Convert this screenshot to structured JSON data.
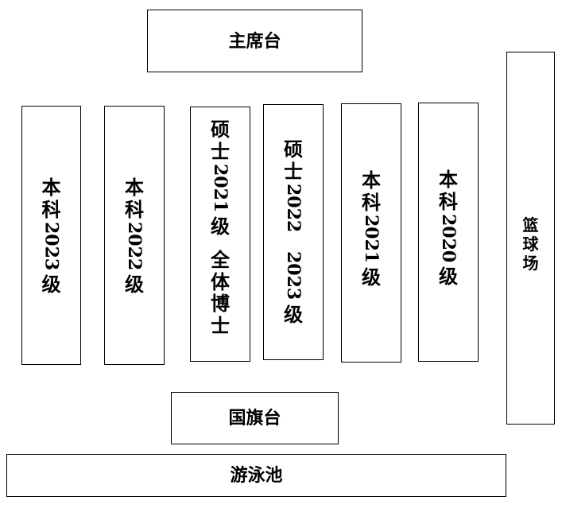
{
  "stage": {
    "label": "主席台"
  },
  "flag_platform": {
    "label": "国旗台"
  },
  "pool": {
    "label": "游泳池"
  },
  "court": {
    "chars": [
      "篮",
      "球",
      "场"
    ]
  },
  "blocks": {
    "ug2023": {
      "c1": "本",
      "c2": "科",
      "num": "2023",
      "c3": "级"
    },
    "ug2022": {
      "c1": "本",
      "c2": "科",
      "num": "2022",
      "c3": "级"
    },
    "ms2021": {
      "c1": "硕",
      "c2": "士",
      "num": "2021",
      "c3": "级",
      "c4": "全",
      "c5": "体",
      "c6": "博",
      "c7": "士"
    },
    "ms2022": {
      "c1": "硕",
      "c2": "士",
      "num1": "2022",
      "num2": "2023",
      "c3": "级"
    },
    "ug2021": {
      "c1": "本",
      "c2": "科",
      "num": "2021",
      "c3": "级"
    },
    "ug2020": {
      "c1": "本",
      "c2": "科",
      "num": "2020",
      "c3": "级"
    }
  }
}
